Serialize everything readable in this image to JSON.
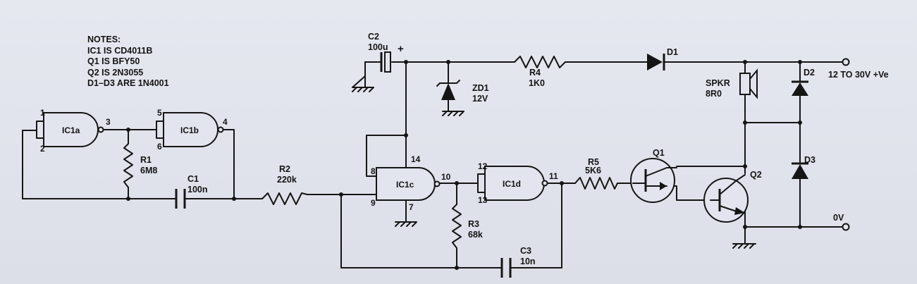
{
  "notes": {
    "title": "NOTES:",
    "lines": [
      "IC1 IS CD4011B",
      "Q1 IS BFY50",
      "Q2 IS 2N3055",
      "D1–D3 ARE 1N4001"
    ]
  },
  "gates": {
    "ic1a": {
      "label": "IC1a",
      "pins": [
        "1",
        "2",
        "3"
      ]
    },
    "ic1b": {
      "label": "IC1b",
      "pins": [
        "5",
        "6",
        "4"
      ]
    },
    "ic1c": {
      "label": "IC1c",
      "pins": [
        "8",
        "9",
        "10",
        "14",
        "7"
      ]
    },
    "ic1d": {
      "label": "IC1d",
      "pins": [
        "12",
        "13",
        "11"
      ]
    }
  },
  "resistors": {
    "r1": {
      "ref": "R1",
      "value": "6M8"
    },
    "r2": {
      "ref": "R2",
      "value": "220k"
    },
    "r3": {
      "ref": "R3",
      "value": "68k"
    },
    "r4": {
      "ref": "R4",
      "value": "1K0"
    },
    "r5": {
      "ref": "R5",
      "value": "5K6"
    }
  },
  "capacitors": {
    "c1": {
      "ref": "C1",
      "value": "100n"
    },
    "c2": {
      "ref": "C2",
      "value": "100u",
      "polarity": "+"
    },
    "c3": {
      "ref": "C3",
      "value": "10n"
    }
  },
  "zener": {
    "ref": "ZD1",
    "value": "12V"
  },
  "diodes": {
    "d1": "D1",
    "d2": "D2",
    "d3": "D3"
  },
  "transistors": {
    "q1": "Q1",
    "q2": "Q2"
  },
  "speaker": {
    "ref": "SPKR",
    "value": "8R0"
  },
  "terminals": {
    "supply": "12 TO 30V +Ve",
    "ground": "0V"
  }
}
